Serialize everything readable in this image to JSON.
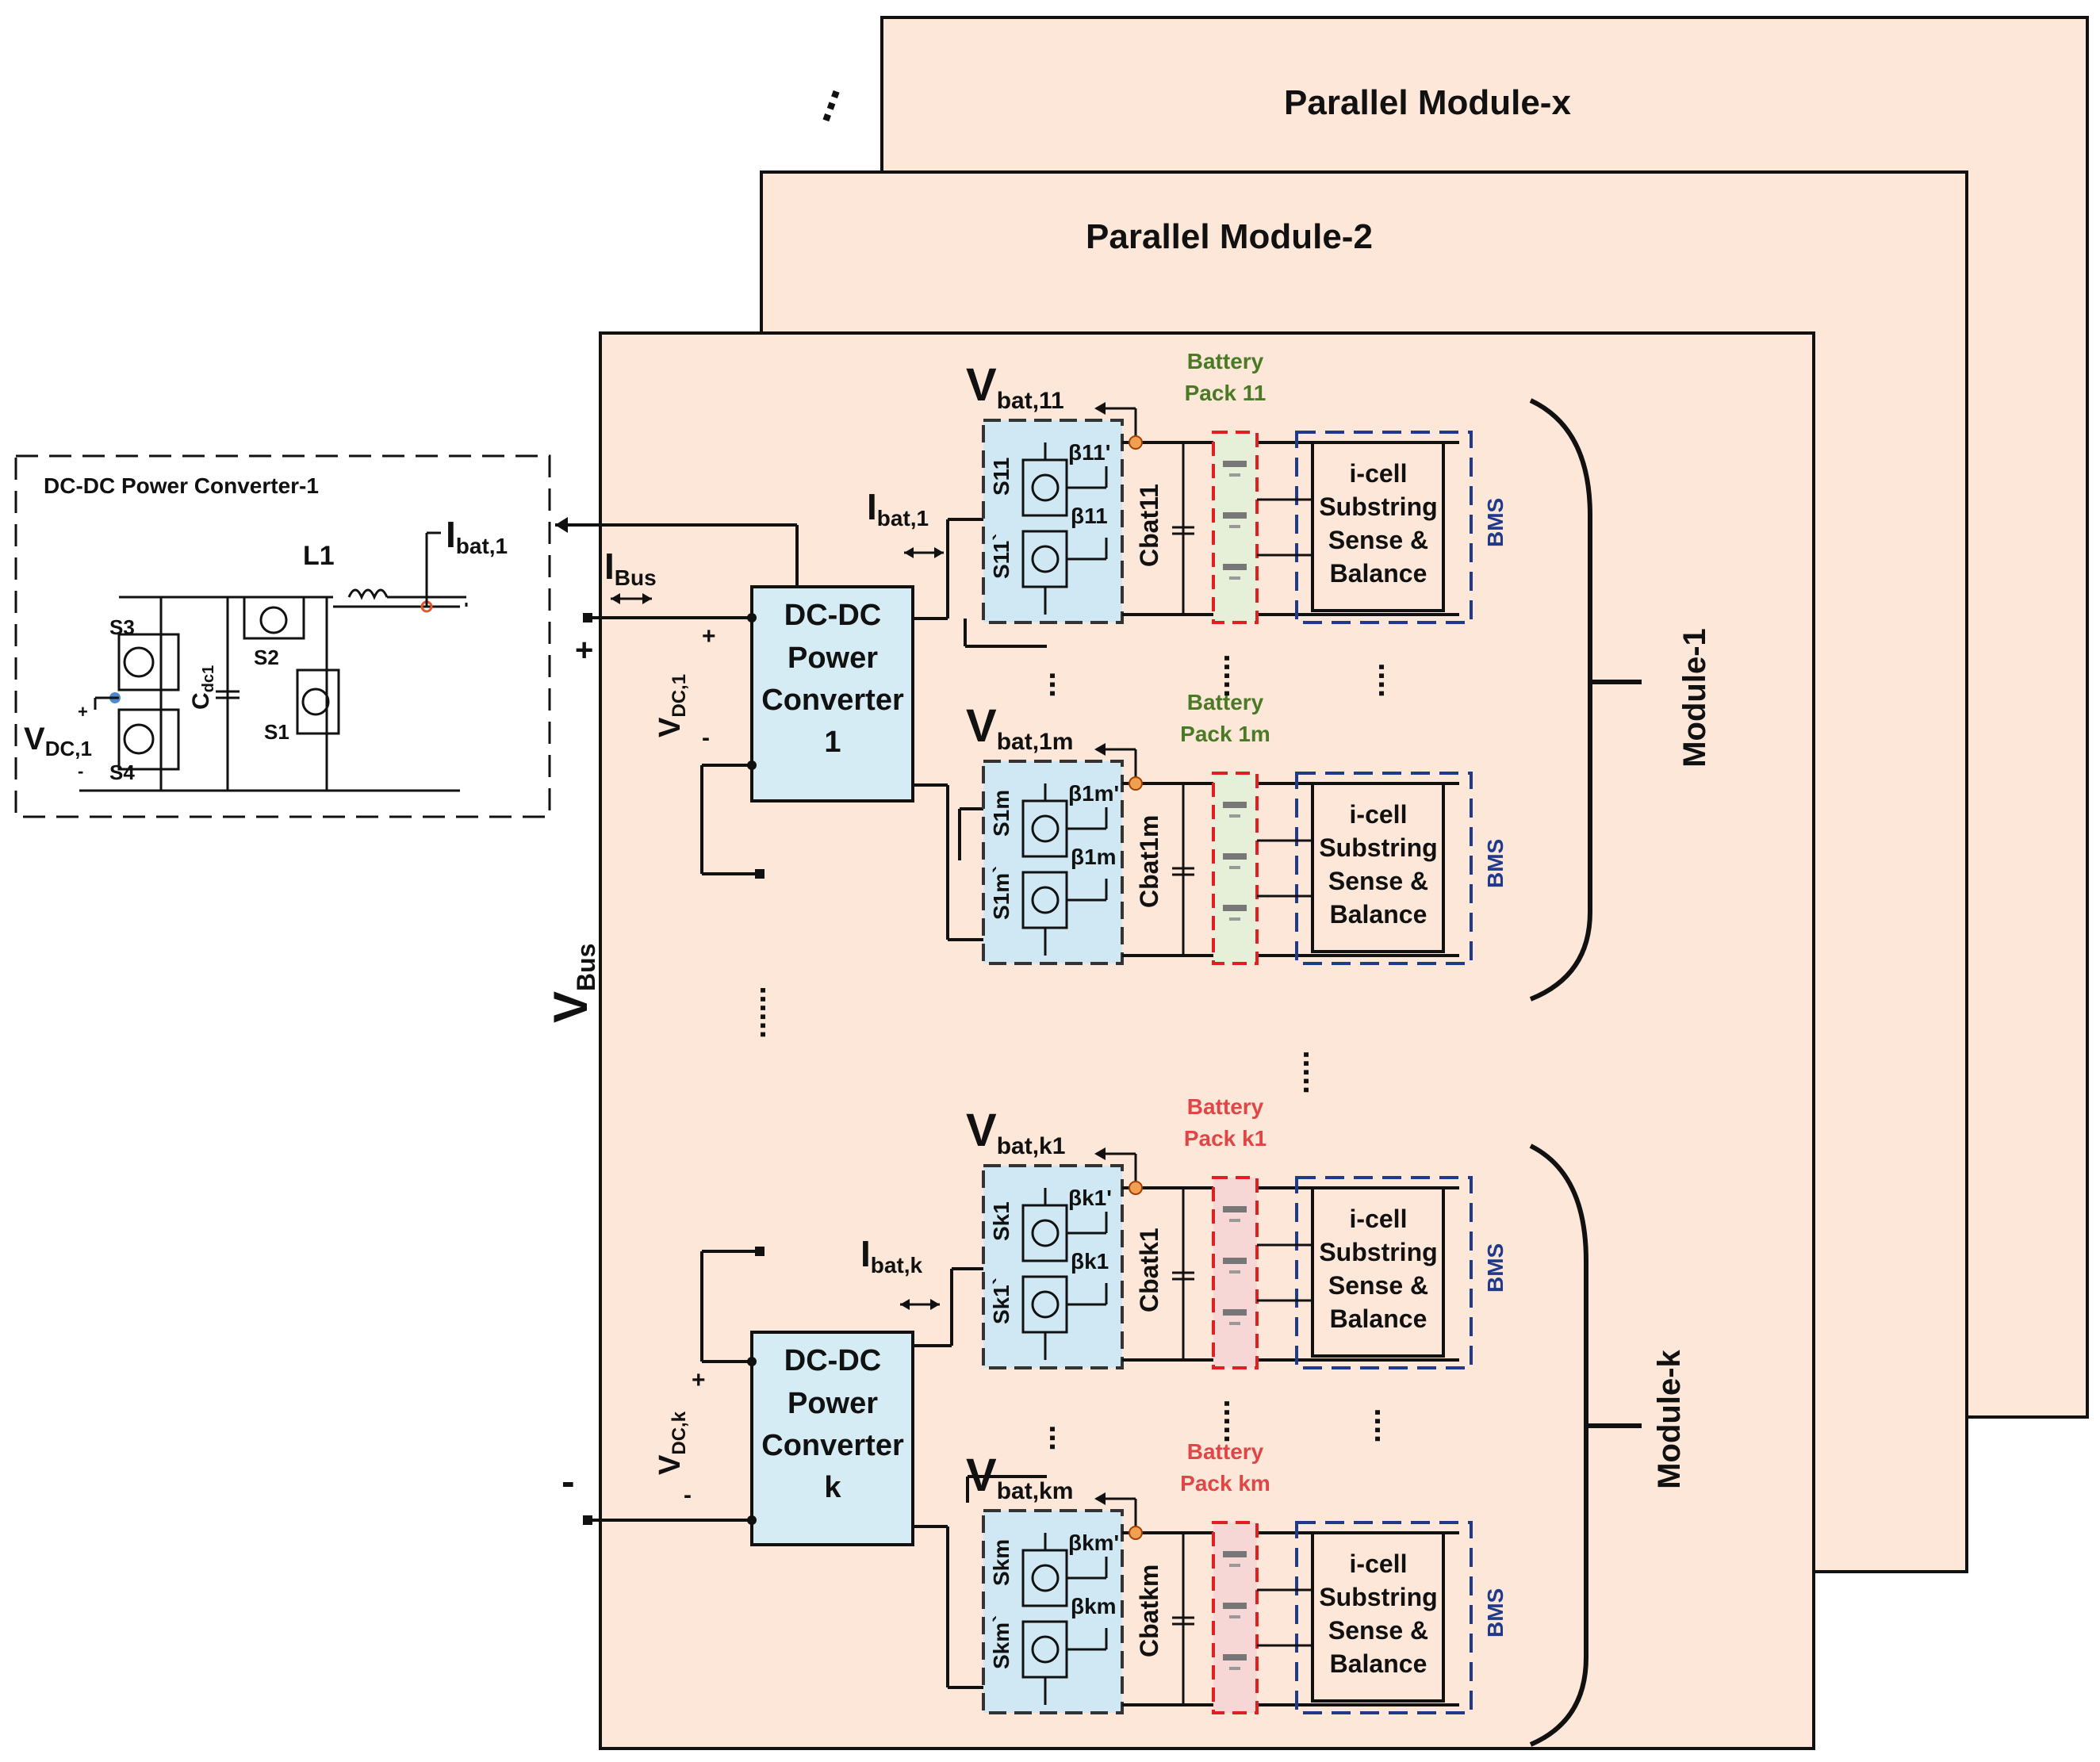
{
  "modules": {
    "x_title": "Parallel Module-x",
    "two_title": "Parallel Module-2",
    "ellipsis": "..."
  },
  "converter_detail": {
    "title": "DC-DC Power Converter-1",
    "l1": "L1",
    "ibat1": "I",
    "ibat1_sub": "bat,1",
    "s1": "S1",
    "s2": "S2",
    "s3": "S3",
    "s4": "S4",
    "cdc": "C",
    "cdc_sub": "dc1",
    "vdc": "V",
    "vdc_sub": "DC,1",
    "plus": "+",
    "minus": "-"
  },
  "bus": {
    "vbus": "V",
    "vbus_sub": "Bus",
    "ibus": "I",
    "ibus_sub": "Bus",
    "plus": "+",
    "minus": "-"
  },
  "converters": [
    {
      "l1": "DC-DC",
      "l2": "Power",
      "l3": "Converter",
      "l4": "1",
      "vdc": "V",
      "vdc_sub": "DC,1",
      "ibat": "I",
      "ibat_sub": "bat,1",
      "plus": "+",
      "minus": "-"
    },
    {
      "l1": "DC-DC",
      "l2": "Power",
      "l3": "Converter",
      "l4": "k",
      "vdc": "V",
      "vdc_sub": "DC,k",
      "ibat": "I",
      "ibat_sub": "bat,k",
      "plus": "+",
      "minus": "-"
    }
  ],
  "branches": [
    {
      "vbat": "V",
      "vbat_sub": "bat,11",
      "pack1": "Battery",
      "pack2": "Pack 11",
      "pack_color": "#4a7a25",
      "s_top": "S11",
      "s_bot": "S11`",
      "b_top": "β11'",
      "b_bot": "β11",
      "cap": "Cbat11"
    },
    {
      "vbat": "V",
      "vbat_sub": "bat,1m",
      "pack1": "Battery",
      "pack2": "Pack 1m",
      "pack_color": "#4a7a25",
      "s_top": "S1m",
      "s_bot": "S1m`",
      "b_top": "β1m'",
      "b_bot": "β1m",
      "cap": "Cbat1m"
    },
    {
      "vbat": "V",
      "vbat_sub": "bat,k1",
      "pack1": "Battery",
      "pack2": "Pack k1",
      "pack_color": "#e04646",
      "s_top": "Sk1",
      "s_bot": "Sk1`",
      "b_top": "βk1'",
      "b_bot": "βk1",
      "cap": "Cbatk1"
    },
    {
      "vbat": "V",
      "vbat_sub": "bat,km",
      "pack1": "Battery",
      "pack2": "Pack km",
      "pack_color": "#e04646",
      "s_top": "Skm",
      "s_bot": "Skm`",
      "b_top": "βkm'",
      "b_bot": "βkm",
      "cap": "Cbatkm"
    }
  ],
  "bms_box": {
    "l1": "i-cell",
    "l2": "Substring",
    "l3": "Sense &",
    "l4": "Balance",
    "tag": "BMS"
  },
  "groups": {
    "module1": "Module-1",
    "modulek": "Module-k"
  },
  "colors": {
    "panel": "#fde7d9",
    "converter": "#d5ecf4",
    "switch_box": "#cfe8f3",
    "bms_dash": "#1f3a8a",
    "pack_dash": "#e02020"
  }
}
